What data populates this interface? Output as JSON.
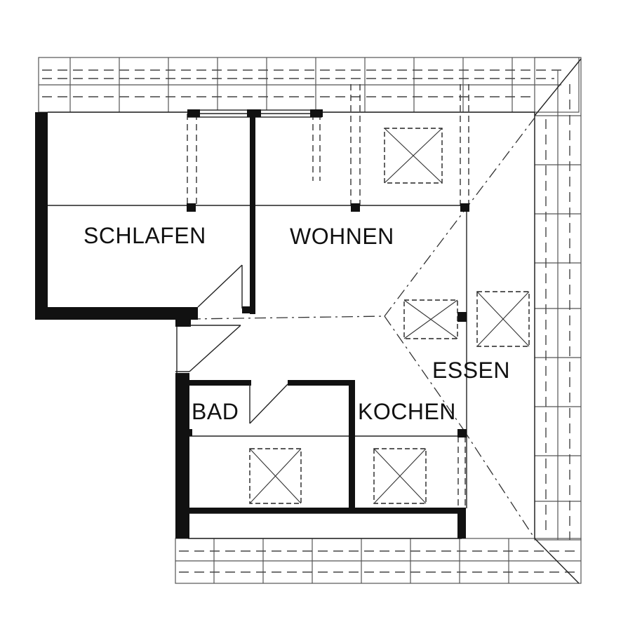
{
  "rooms": {
    "schlafen": "SCHLAFEN",
    "wohnen": "WOHNEN",
    "essen": "ESSEN",
    "bad": "BAD",
    "kochen": "KOCHEN"
  },
  "colors": {
    "wall": "#111111",
    "background": "#ffffff"
  }
}
